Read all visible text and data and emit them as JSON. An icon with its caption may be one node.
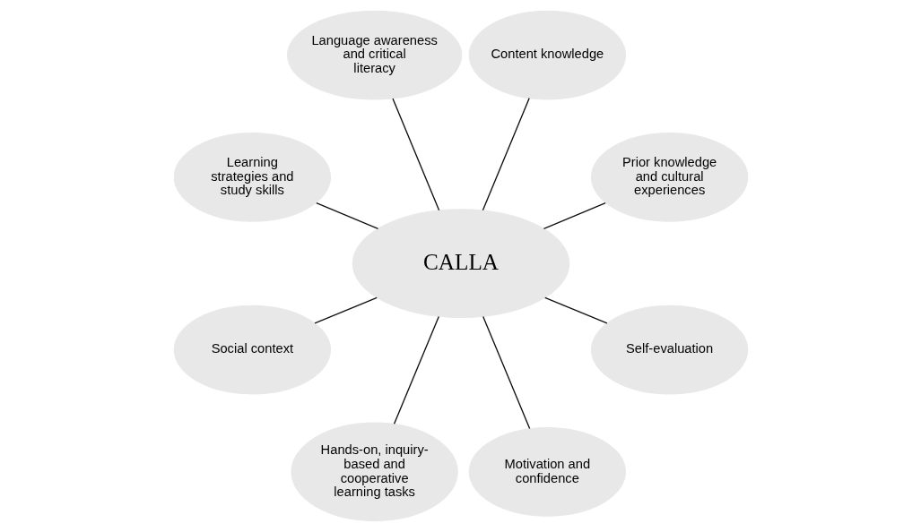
{
  "diagram": {
    "nodes": [
      {
        "text": [
          "Prior knowledge and cultural experiences"
        ]
      },
      {
        "text": [
          "Self-evaluation"
        ]
      },
      {
        "text": [
          "Content knowledge"
        ]
      },
      {
        "text": [
          "Motivation and confidence"
        ]
      },
      {
        "text": [
          "CALLA"
        ]
      },
      {
        "text": [
          "Language awareness and critical literacy"
        ]
      },
      {
        "text": [
          "Hands-on, inquiry-based and cooperative learning tasks"
        ]
      },
      {
        "text": [
          "Learning strategies and study skills"
        ]
      },
      {
        "text": [
          "Social context"
        ]
      }
    ],
    "edges": [
      {
        "from": 4,
        "to": 0,
        "arrow": "none"
      },
      {
        "from": 4,
        "to": 2,
        "arrow": "none"
      },
      {
        "from": 4,
        "to": 5,
        "arrow": "none"
      },
      {
        "from": 4,
        "to": 7,
        "arrow": "none"
      },
      {
        "from": 4,
        "to": 8,
        "arrow": "none"
      },
      {
        "from": 4,
        "to": 6,
        "arrow": "none"
      },
      {
        "from": 4,
        "to": 3,
        "arrow": "none"
      },
      {
        "from": 4,
        "to": 1,
        "arrow": "none"
      }
    ]
  }
}
